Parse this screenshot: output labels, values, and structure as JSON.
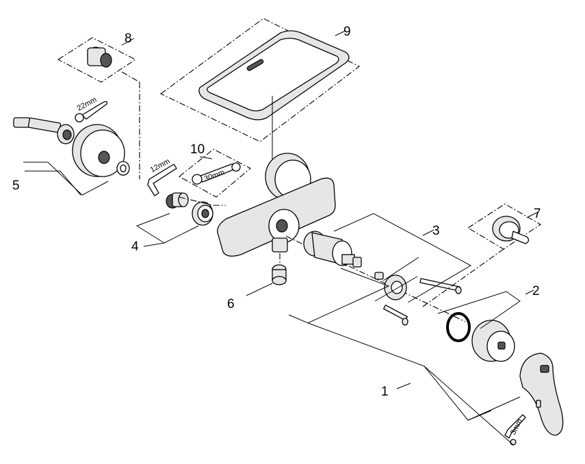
{
  "callouts": {
    "n1": "1",
    "n2": "2",
    "n3": "3",
    "n4": "4",
    "n5": "5",
    "n6": "6",
    "n7": "7",
    "n8": "8",
    "n9": "9",
    "n10": "10"
  },
  "tools": {
    "wrench_22": "22mm",
    "hex_key_12": "12mm",
    "wrench_30": "30mm",
    "hex_key_3": "3mm"
  },
  "colors": {
    "line": "#000000",
    "part_fill": "#e6e6e6",
    "background": "#ffffff"
  }
}
